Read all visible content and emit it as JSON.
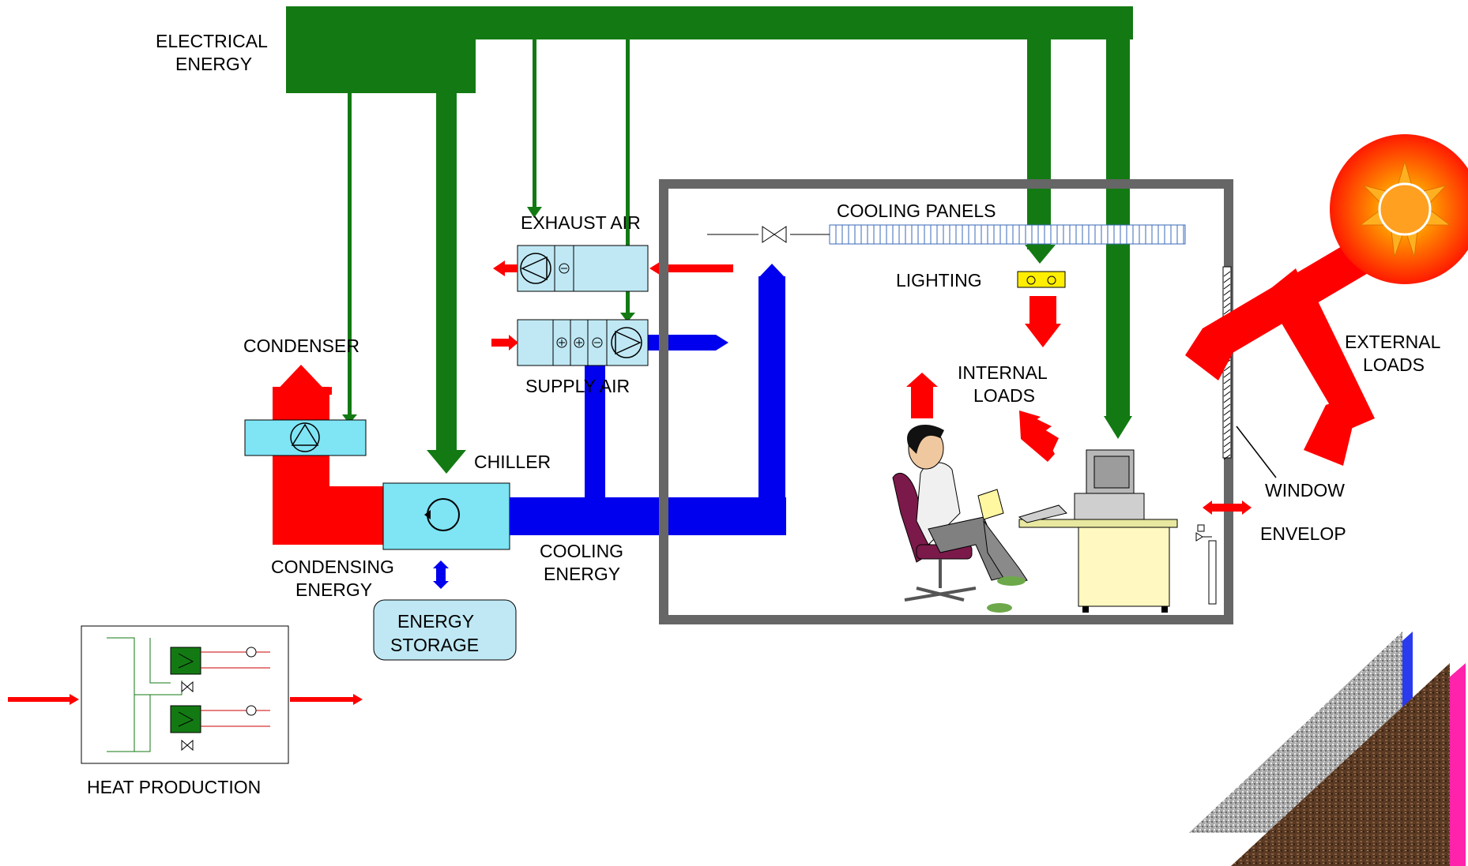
{
  "labels": {
    "electrical_energy": [
      "ELECTRICAL",
      "ENERGY"
    ],
    "exhaust_air": "EXHAUST AIR",
    "supply_air": "SUPPLY AIR",
    "cooling_panels": "COOLING PANELS",
    "lighting": "LIGHTING",
    "internal_loads": [
      "INTERNAL",
      "LOADS"
    ],
    "external_loads": [
      "EXTERNAL",
      "LOADS"
    ],
    "condenser": "CONDENSER",
    "chiller": "CHILLER",
    "condensing_energy": [
      "CONDENSING",
      "ENERGY"
    ],
    "cooling_energy": [
      "COOLING",
      "ENERGY"
    ],
    "energy_storage": [
      "ENERGY",
      "STORAGE"
    ],
    "window": "WINDOW",
    "envelop": "ENVELOP",
    "heat_production": "HEAT PRODUCTION"
  },
  "colors": {
    "electric_green": "#137a13",
    "heat_red": "#ff0000",
    "cooling_blue": "#0000ee",
    "equipment_light_blue": "#7fe4f4",
    "ahu_light_blue": "#bfe8f4",
    "room_wall_gray": "#666666",
    "lighting_yellow": "#ffee00",
    "sun_orange": "#ff6a00"
  },
  "icons": {
    "condenser": "fan-triangle-icon",
    "chiller": "compressor-circle-icon",
    "exhaust_fan": "fan-triangle-icon",
    "supply_fan": "fan-triangle-icon",
    "valve": "valve-icon",
    "sun": "sun-icon",
    "person": "office-worker-icon",
    "computer": "computer-icon",
    "radiator": "radiator-icon"
  }
}
